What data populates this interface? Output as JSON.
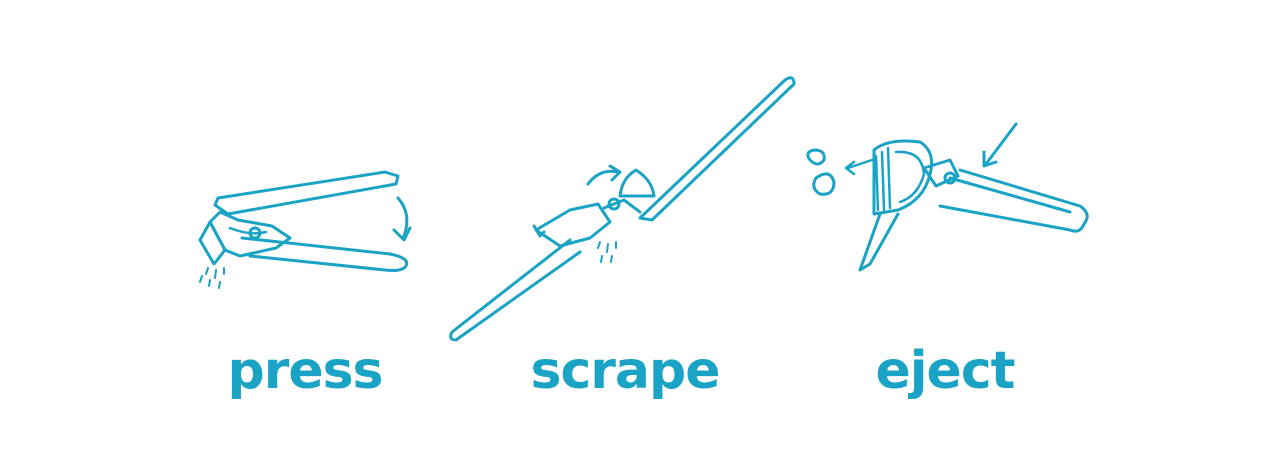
{
  "colors": {
    "accent": "#1aa3c4"
  },
  "steps": [
    {
      "label": "press",
      "icon": "garlic-press-squeeze-icon"
    },
    {
      "label": "scrape",
      "icon": "garlic-press-scrape-icon"
    },
    {
      "label": "eject",
      "icon": "garlic-press-eject-icon"
    }
  ]
}
